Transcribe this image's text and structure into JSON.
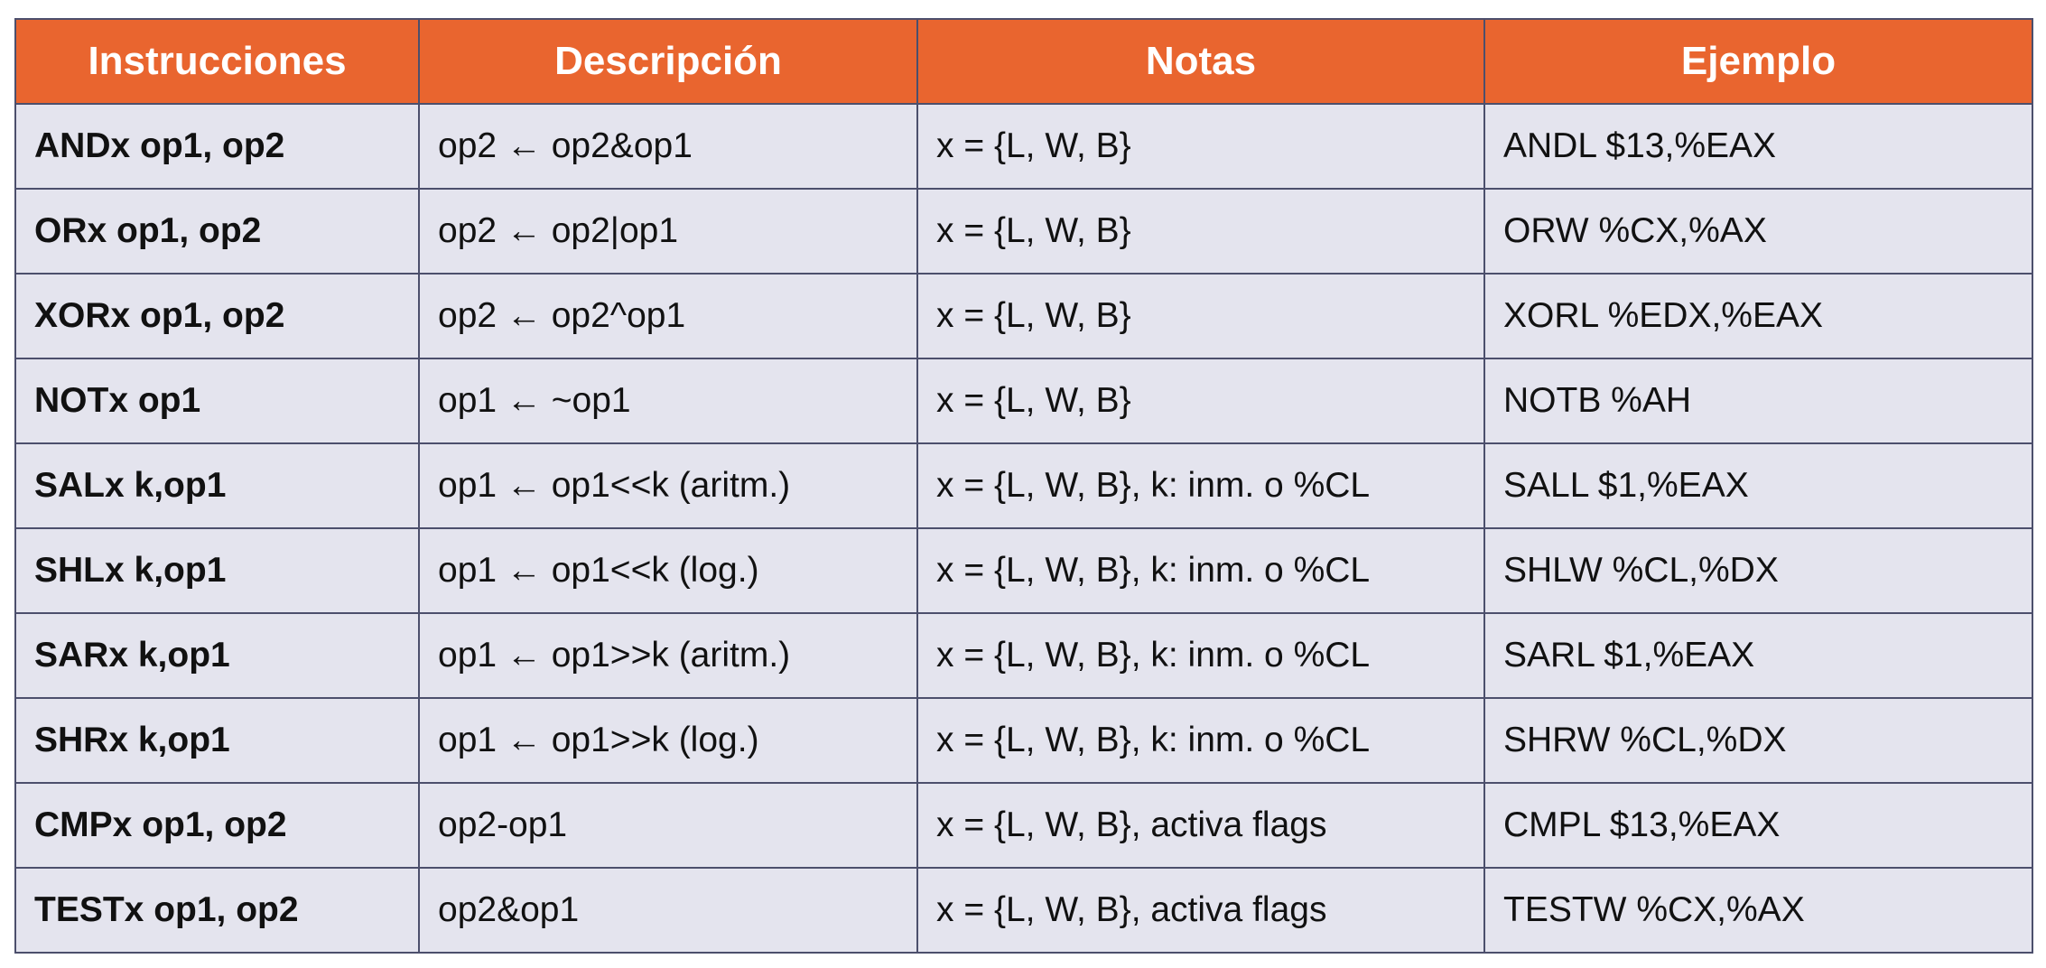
{
  "table": {
    "headers": [
      "Instrucciones",
      "Descripción",
      "Notas",
      "Ejemplo"
    ],
    "rows": [
      {
        "instruccion": "ANDx op1, op2",
        "descripcion": "op2 ← op2&op1",
        "notas": "x = {L, W, B}",
        "ejemplo": "ANDL $13,%EAX"
      },
      {
        "instruccion": "ORx op1, op2",
        "descripcion": "op2 ← op2|op1",
        "notas": "x = {L, W, B}",
        "ejemplo": "ORW %CX,%AX"
      },
      {
        "instruccion": "XORx op1, op2",
        "descripcion": "op2 ← op2^op1",
        "notas": "x = {L, W, B}",
        "ejemplo": "XORL %EDX,%EAX"
      },
      {
        "instruccion": "NOTx op1",
        "descripcion": "op1 ← ~op1",
        "notas": "x = {L, W, B}",
        "ejemplo": "NOTB %AH"
      },
      {
        "instruccion": "SALx k,op1",
        "descripcion": "op1 ← op1<<k (aritm.)",
        "notas": "x = {L, W, B}, k: inm. o %CL",
        "ejemplo": "SALL $1,%EAX"
      },
      {
        "instruccion": "SHLx k,op1",
        "descripcion": "op1 ← op1<<k (log.)",
        "notas": "x = {L, W, B}, k: inm. o %CL",
        "ejemplo": "SHLW %CL,%DX"
      },
      {
        "instruccion": "SARx k,op1",
        "descripcion": "op1 ← op1>>k (aritm.)",
        "notas": "x = {L, W, B}, k: inm. o %CL",
        "ejemplo": "SARL $1,%EAX"
      },
      {
        "instruccion": "SHRx k,op1",
        "descripcion": "op1 ← op1>>k (log.)",
        "notas": "x = {L, W, B}, k: inm. o %CL",
        "ejemplo": "SHRW %CL,%DX"
      },
      {
        "instruccion": "CMPx op1, op2",
        "descripcion": "op2-op1",
        "notas": "x = {L, W, B}, activa flags",
        "ejemplo": "CMPL $13,%EAX"
      },
      {
        "instruccion": "TESTx op1, op2",
        "descripcion": "op2&op1",
        "notas": "x = {L, W, B}, activa flags",
        "ejemplo": "TESTW %CX,%AX"
      }
    ]
  },
  "colors": {
    "header_bg": "#e9652f",
    "header_text": "#ffffff",
    "cell_bg": "#e4e4ee",
    "border": "#4c4f6c"
  }
}
